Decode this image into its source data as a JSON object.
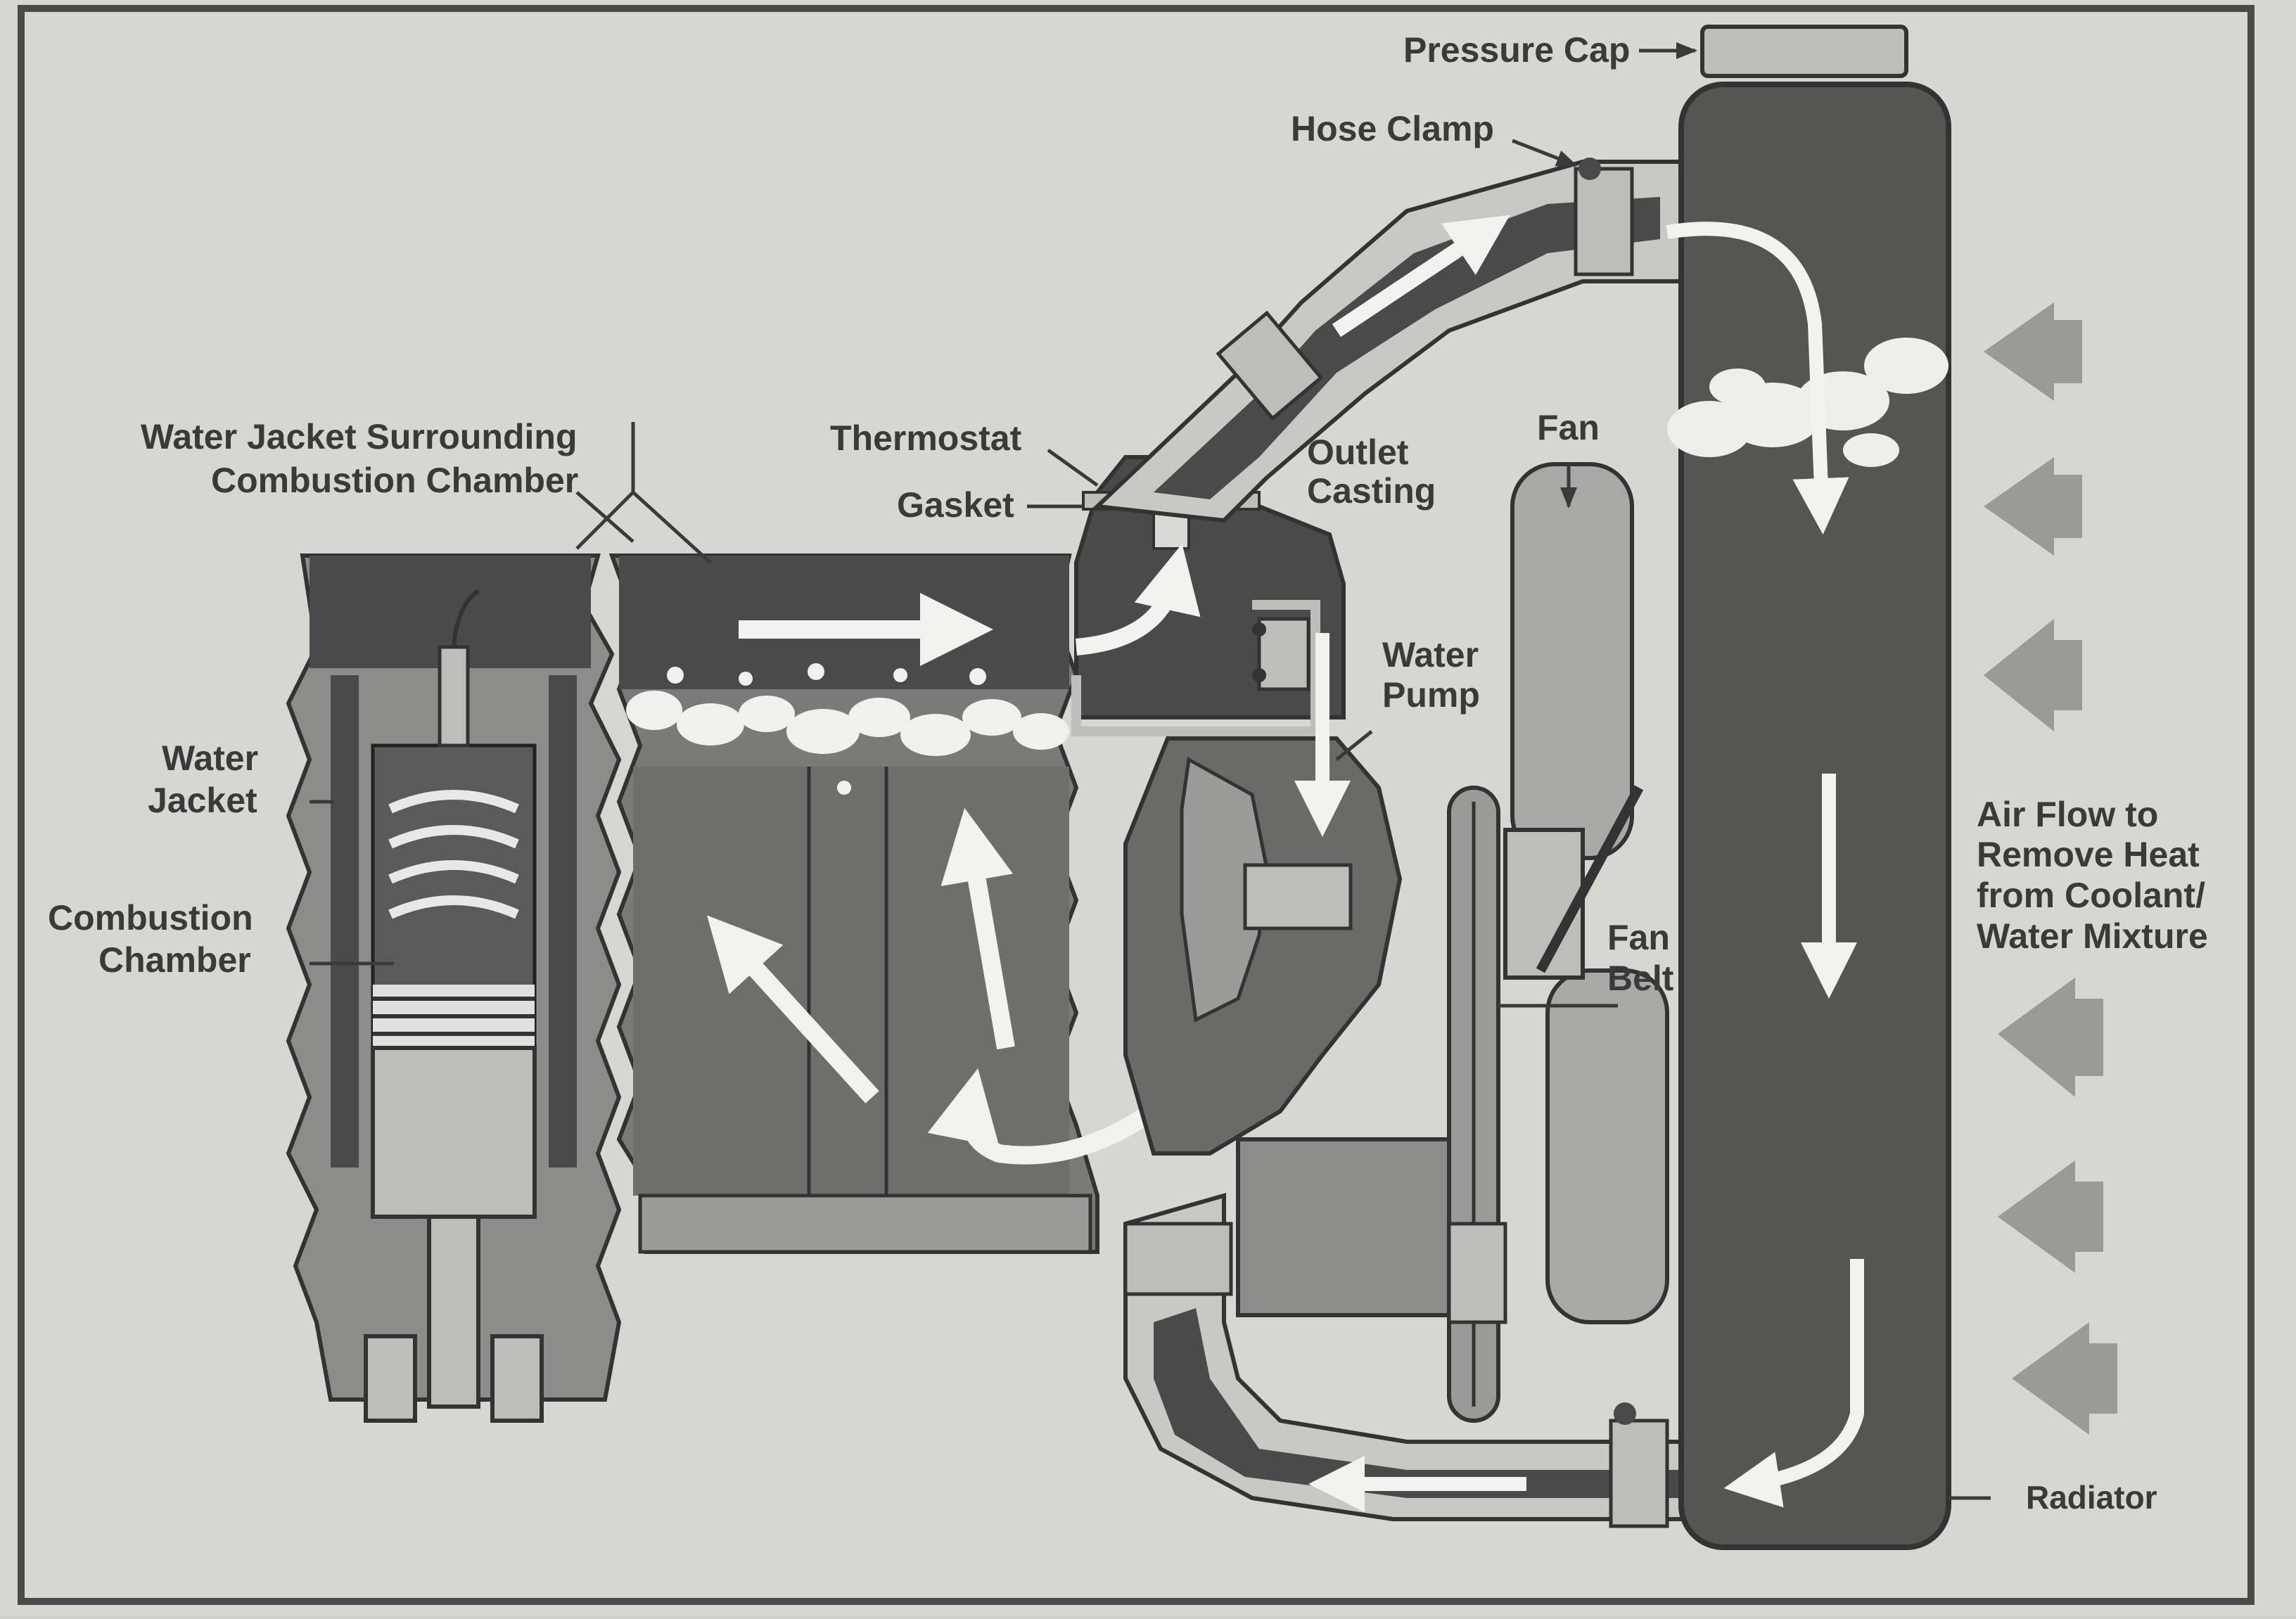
{
  "diagram": {
    "labels": {
      "pressure_cap": "Pressure Cap",
      "hose_clamp": "Hose Clamp",
      "water_jacket_surrounding_1": "Water Jacket Surrounding",
      "water_jacket_surrounding_2": "Combustion Chamber",
      "thermostat": "Thermostat",
      "gasket": "Gasket",
      "outlet_casting_1": "Outlet",
      "outlet_casting_2": "Casting",
      "fan": "Fan",
      "water_pump_1": "Water",
      "water_pump_2": "Pump",
      "water_jacket_1": "Water",
      "water_jacket_2": "Jacket",
      "combustion_chamber_1": "Combustion",
      "combustion_chamber_2": "Chamber",
      "fan_belt_1": "Fan",
      "fan_belt_2": "Belt",
      "air_flow_1": "Air Flow to",
      "air_flow_2": "Remove Heat",
      "air_flow_3": "from Coolant/",
      "air_flow_4": "Water Mixture",
      "radiator": "Radiator"
    },
    "colors": {
      "paper": "#d6d6d2",
      "coolant_dark": "#4a4a4a",
      "metal_mid": "#8c8c8a",
      "metal_light": "#bdbdba",
      "flow_arrow": "#f2f2f0",
      "air_arrow": "#9a9a98",
      "ink": "#3a3a3a"
    }
  }
}
